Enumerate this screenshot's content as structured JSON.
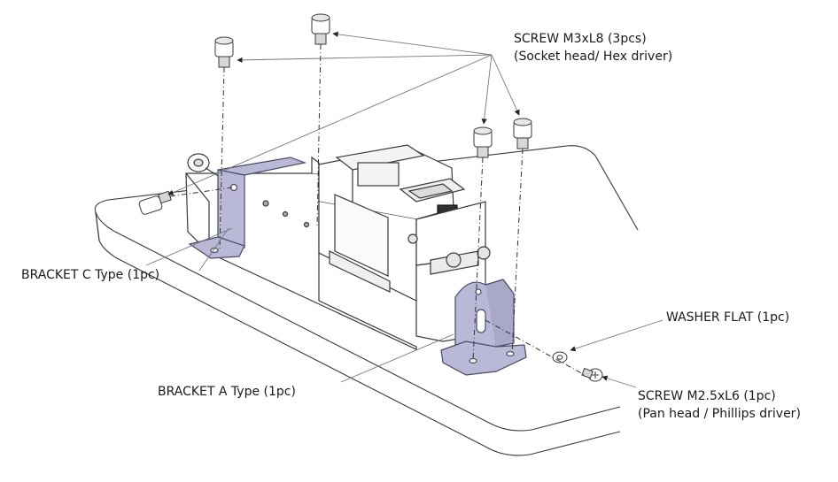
{
  "labels": {
    "screw_m3": {
      "line1": "SCREW M3xL8 (3pcs)",
      "line2": "(Socket head/ Hex driver)"
    },
    "bracket_c": "BRACKET C Type (1pc)",
    "washer": "WASHER FLAT (1pc)",
    "bracket_a": "BRACKET A Type (1pc)",
    "screw_m25": {
      "line1": "SCREW M2.5xL6 (1pc)",
      "line2": "(Pan head / Phillips driver)"
    }
  },
  "colors": {
    "line": "#3a3a3a",
    "bracket_fill": "#b9b8d6",
    "bracket_stroke": "#4b4a66",
    "leader": "#6e6e6e"
  }
}
